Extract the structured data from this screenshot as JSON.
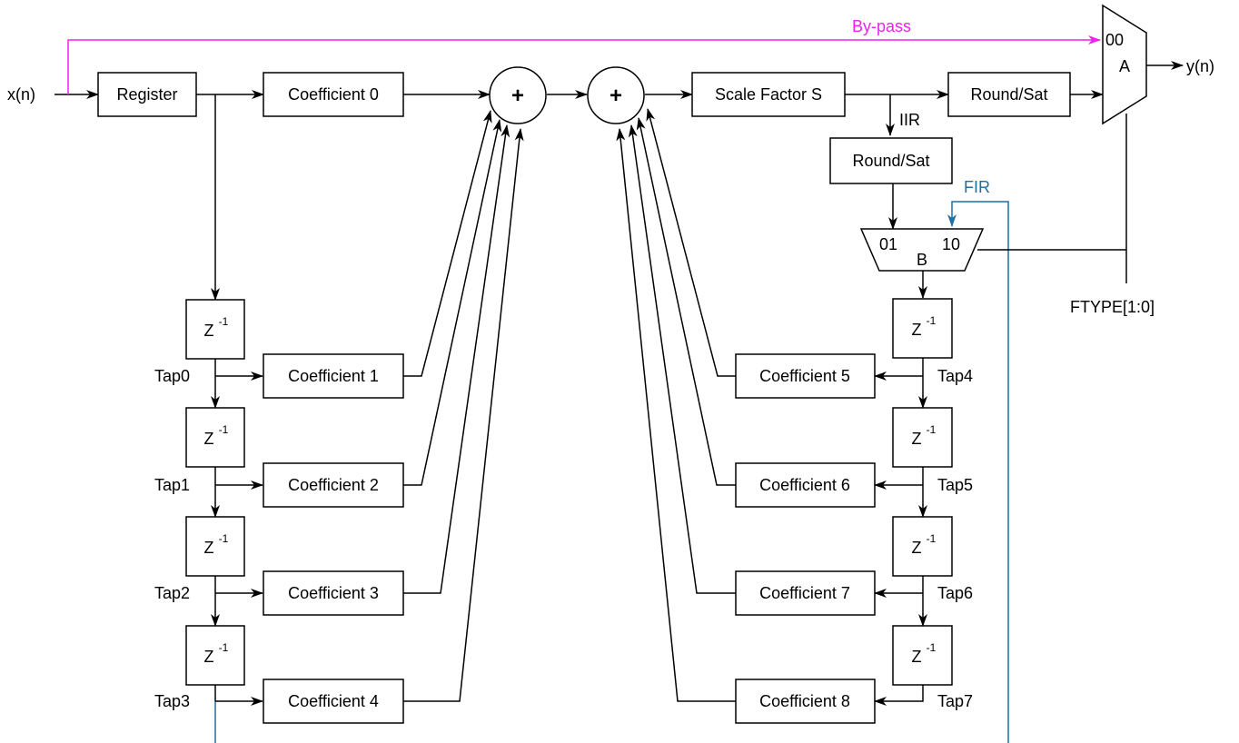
{
  "signals": {
    "input": "x(n)",
    "output": "y(n)",
    "bypass": "By-pass",
    "iir": "IIR",
    "fir": "FIR",
    "ftype": "FTYPE[1:0]"
  },
  "blocks": {
    "register": "Register",
    "scale": "Scale Factor S",
    "round_sat_out": "Round/Sat",
    "round_sat_fb": "Round/Sat",
    "adder_symbol": "+",
    "delay_symbol": "Z",
    "delay_exponent": "-1"
  },
  "coefficients": [
    "Coefficient 0",
    "Coefficient 1",
    "Coefficient 2",
    "Coefficient 3",
    "Coefficient 4",
    "Coefficient 5",
    "Coefficient 6",
    "Coefficient 7",
    "Coefficient 8"
  ],
  "taps": [
    "Tap0",
    "Tap1",
    "Tap2",
    "Tap3",
    "Tap4",
    "Tap5",
    "Tap6",
    "Tap7"
  ],
  "mux_a": {
    "name": "A",
    "input": "00"
  },
  "mux_b": {
    "name": "B",
    "input_left": "01",
    "input_right": "10"
  },
  "colors": {
    "bypass": "#ee22ee",
    "fir": "#1f6fa0",
    "line": "#000000"
  }
}
